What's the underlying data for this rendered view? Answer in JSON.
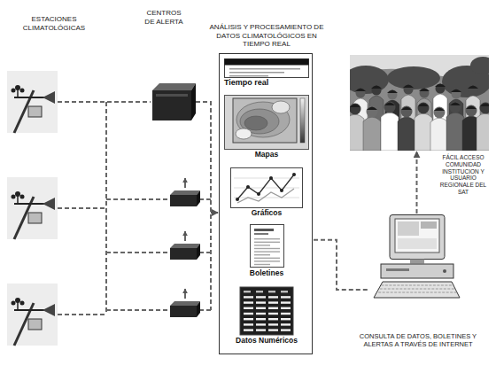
{
  "diagram": {
    "nodes": [
      {
        "text": [
          "ANÁLISIS Y PROCESAMIENTO DE DATOS CLIMATOLÓGICOS EN TIEMPO REAL"
        ]
      },
      {
        "text": [
          "Tiempo real"
        ],
        "in": 0
      },
      {
        "text": [
          "Mapas"
        ],
        "in": 0
      },
      {
        "text": [
          "Gráficos"
        ],
        "in": 0
      },
      {
        "text": [
          "Boletines"
        ],
        "in": 0
      },
      {
        "text": [
          "Datos Numéricos"
        ],
        "in": 0
      },
      {
        "text": [
          "FÁCIL ACCESO COMUNIDAD INSTITUCION Y USUARIO REGIONALE DEL SAT"
        ]
      },
      {
        "text": [
          "CONSULTA DE DATOS, BOLETINES Y ALERTAS A TRAVÉS DE INTERNET"
        ]
      }
    ],
    "edges": [
      {
        "from": 0,
        "to": 7,
        "arrow": "none"
      },
      {
        "from": 7,
        "to": 6,
        "arrow": "to"
      }
    ],
    "labels": [
      "ESTACIONES CLIMATOLÓGICAS",
      "CENTROS DE ALERTA"
    ]
  }
}
